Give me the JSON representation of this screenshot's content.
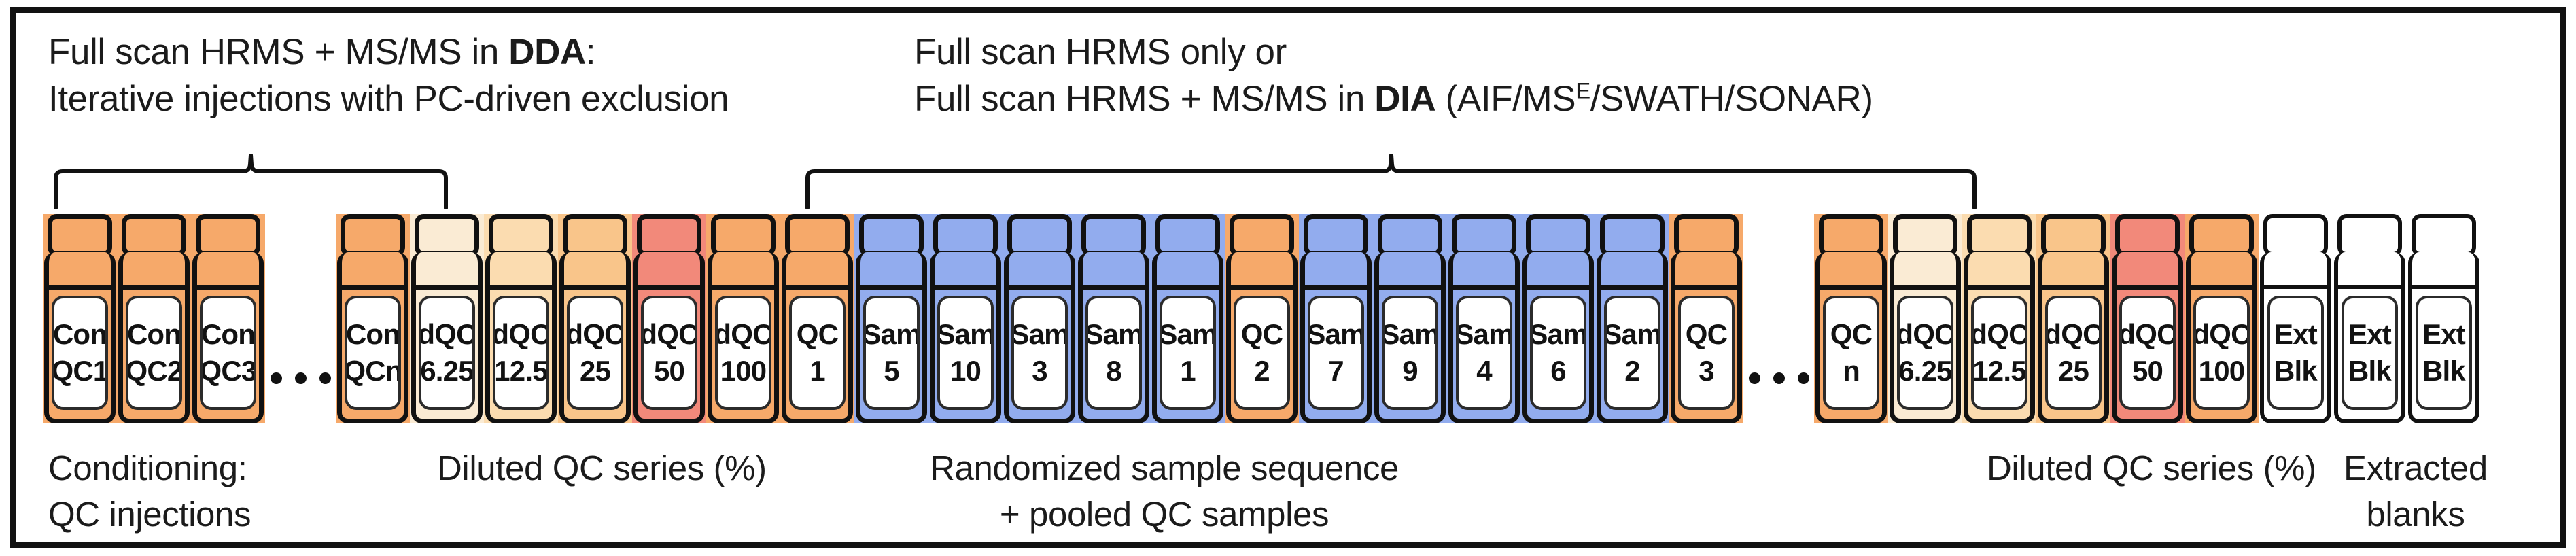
{
  "figure": {
    "captions_top": [
      {
        "id": "dda",
        "line1_pre": "Full scan HRMS + MS/MS in ",
        "line1_bold": "DDA",
        "line1_post": ":",
        "line2": "Iterative injections with PC-driven exclusion"
      },
      {
        "id": "dia",
        "line1": "Full scan HRMS only or",
        "line2_pre": "Full scan HRMS + MS/MS in ",
        "line2_bold": "DIA",
        "line2_post_a": " (AIF/MS",
        "line2_sup": "E",
        "line2_post_b": "/SWATH/SONAR)"
      }
    ],
    "captions_bottom": {
      "conditioning_line1": "Conditioning:",
      "conditioning_line2": "QC injections",
      "diluted_qc_left": "Diluted QC series (%)",
      "randomized_line1": "Randomized sample sequence",
      "randomized_line2": "+ pooled QC samples",
      "diluted_qc_right": "Diluted QC series (%)",
      "blanks_line1": "Extracted",
      "blanks_line2": "blanks"
    },
    "colors": {
      "conditioning_qc": "#F6A96A",
      "pooled_qc": "#F6A96A",
      "sample": "#92ACEE",
      "dqc_6_25": "#FAEBD4",
      "dqc_12_5": "#FBDCB0",
      "dqc_25": "#F9C58A",
      "dqc_50": "#F2897A",
      "dqc_100": "#F6A96A",
      "extracted_blank": "#FFFFFF",
      "outline": "#111111",
      "label_background": "#FFFFFF"
    },
    "sequence": [
      {
        "kind": "vial",
        "type": "conditioning-qc",
        "l1": "Con",
        "l2": "QC1",
        "color": "#F6A96A"
      },
      {
        "kind": "vial",
        "type": "conditioning-qc",
        "l1": "Con",
        "l2": "QC2",
        "color": "#F6A96A"
      },
      {
        "kind": "vial",
        "type": "conditioning-qc",
        "l1": "Con",
        "l2": "QC3",
        "color": "#F6A96A"
      },
      {
        "kind": "ellipsis"
      },
      {
        "kind": "vial",
        "type": "conditioning-qc",
        "l1": "Con",
        "l2": "QCn",
        "color": "#F6A96A"
      },
      {
        "kind": "vial",
        "type": "diluted-qc",
        "l1": "dQC",
        "l2": "6.25",
        "color": "#FAEBD4"
      },
      {
        "kind": "vial",
        "type": "diluted-qc",
        "l1": "dQC",
        "l2": "12.5",
        "color": "#FBDCB0"
      },
      {
        "kind": "vial",
        "type": "diluted-qc",
        "l1": "dQC",
        "l2": "25",
        "color": "#F9C58A"
      },
      {
        "kind": "vial",
        "type": "diluted-qc",
        "l1": "dQC",
        "l2": "50",
        "color": "#F2897A"
      },
      {
        "kind": "vial",
        "type": "diluted-qc",
        "l1": "dQC",
        "l2": "100",
        "color": "#F6A96A"
      },
      {
        "kind": "vial",
        "type": "pooled-qc",
        "l1": "QC",
        "l2": "1",
        "color": "#F6A96A"
      },
      {
        "kind": "vial",
        "type": "sample",
        "l1": "Sam",
        "l2": "5",
        "color": "#92ACEE"
      },
      {
        "kind": "vial",
        "type": "sample",
        "l1": "Sam",
        "l2": "10",
        "color": "#92ACEE"
      },
      {
        "kind": "vial",
        "type": "sample",
        "l1": "Sam",
        "l2": "3",
        "color": "#92ACEE"
      },
      {
        "kind": "vial",
        "type": "sample",
        "l1": "Sam",
        "l2": "8",
        "color": "#92ACEE"
      },
      {
        "kind": "vial",
        "type": "sample",
        "l1": "Sam",
        "l2": "1",
        "color": "#92ACEE"
      },
      {
        "kind": "vial",
        "type": "pooled-qc",
        "l1": "QC",
        "l2": "2",
        "color": "#F6A96A"
      },
      {
        "kind": "vial",
        "type": "sample",
        "l1": "Sam",
        "l2": "7",
        "color": "#92ACEE"
      },
      {
        "kind": "vial",
        "type": "sample",
        "l1": "Sam",
        "l2": "9",
        "color": "#92ACEE"
      },
      {
        "kind": "vial",
        "type": "sample",
        "l1": "Sam",
        "l2": "4",
        "color": "#92ACEE"
      },
      {
        "kind": "vial",
        "type": "sample",
        "l1": "Sam",
        "l2": "6",
        "color": "#92ACEE"
      },
      {
        "kind": "vial",
        "type": "sample",
        "l1": "Sam",
        "l2": "2",
        "color": "#92ACEE"
      },
      {
        "kind": "vial",
        "type": "pooled-qc",
        "l1": "QC",
        "l2": "3",
        "color": "#F6A96A"
      },
      {
        "kind": "ellipsis"
      },
      {
        "kind": "vial",
        "type": "pooled-qc",
        "l1": "QC",
        "l2": "n",
        "color": "#F6A96A"
      },
      {
        "kind": "vial",
        "type": "diluted-qc",
        "l1": "dQC",
        "l2": "6.25",
        "color": "#FAEBD4"
      },
      {
        "kind": "vial",
        "type": "diluted-qc",
        "l1": "dQC",
        "l2": "12.5",
        "color": "#FBDCB0"
      },
      {
        "kind": "vial",
        "type": "diluted-qc",
        "l1": "dQC",
        "l2": "25",
        "color": "#F9C58A"
      },
      {
        "kind": "vial",
        "type": "diluted-qc",
        "l1": "dQC",
        "l2": "50",
        "color": "#F2897A"
      },
      {
        "kind": "vial",
        "type": "diluted-qc",
        "l1": "dQC",
        "l2": "100",
        "color": "#F6A96A"
      },
      {
        "kind": "vial",
        "type": "extracted-blank",
        "l1": "Ext",
        "l2": "Blk",
        "color": "#FFFFFF"
      },
      {
        "kind": "vial",
        "type": "extracted-blank",
        "l1": "Ext",
        "l2": "Blk",
        "color": "#FFFFFF"
      },
      {
        "kind": "vial",
        "type": "extracted-blank",
        "l1": "Ext",
        "l2": "Blk",
        "color": "#FFFFFF"
      }
    ]
  }
}
